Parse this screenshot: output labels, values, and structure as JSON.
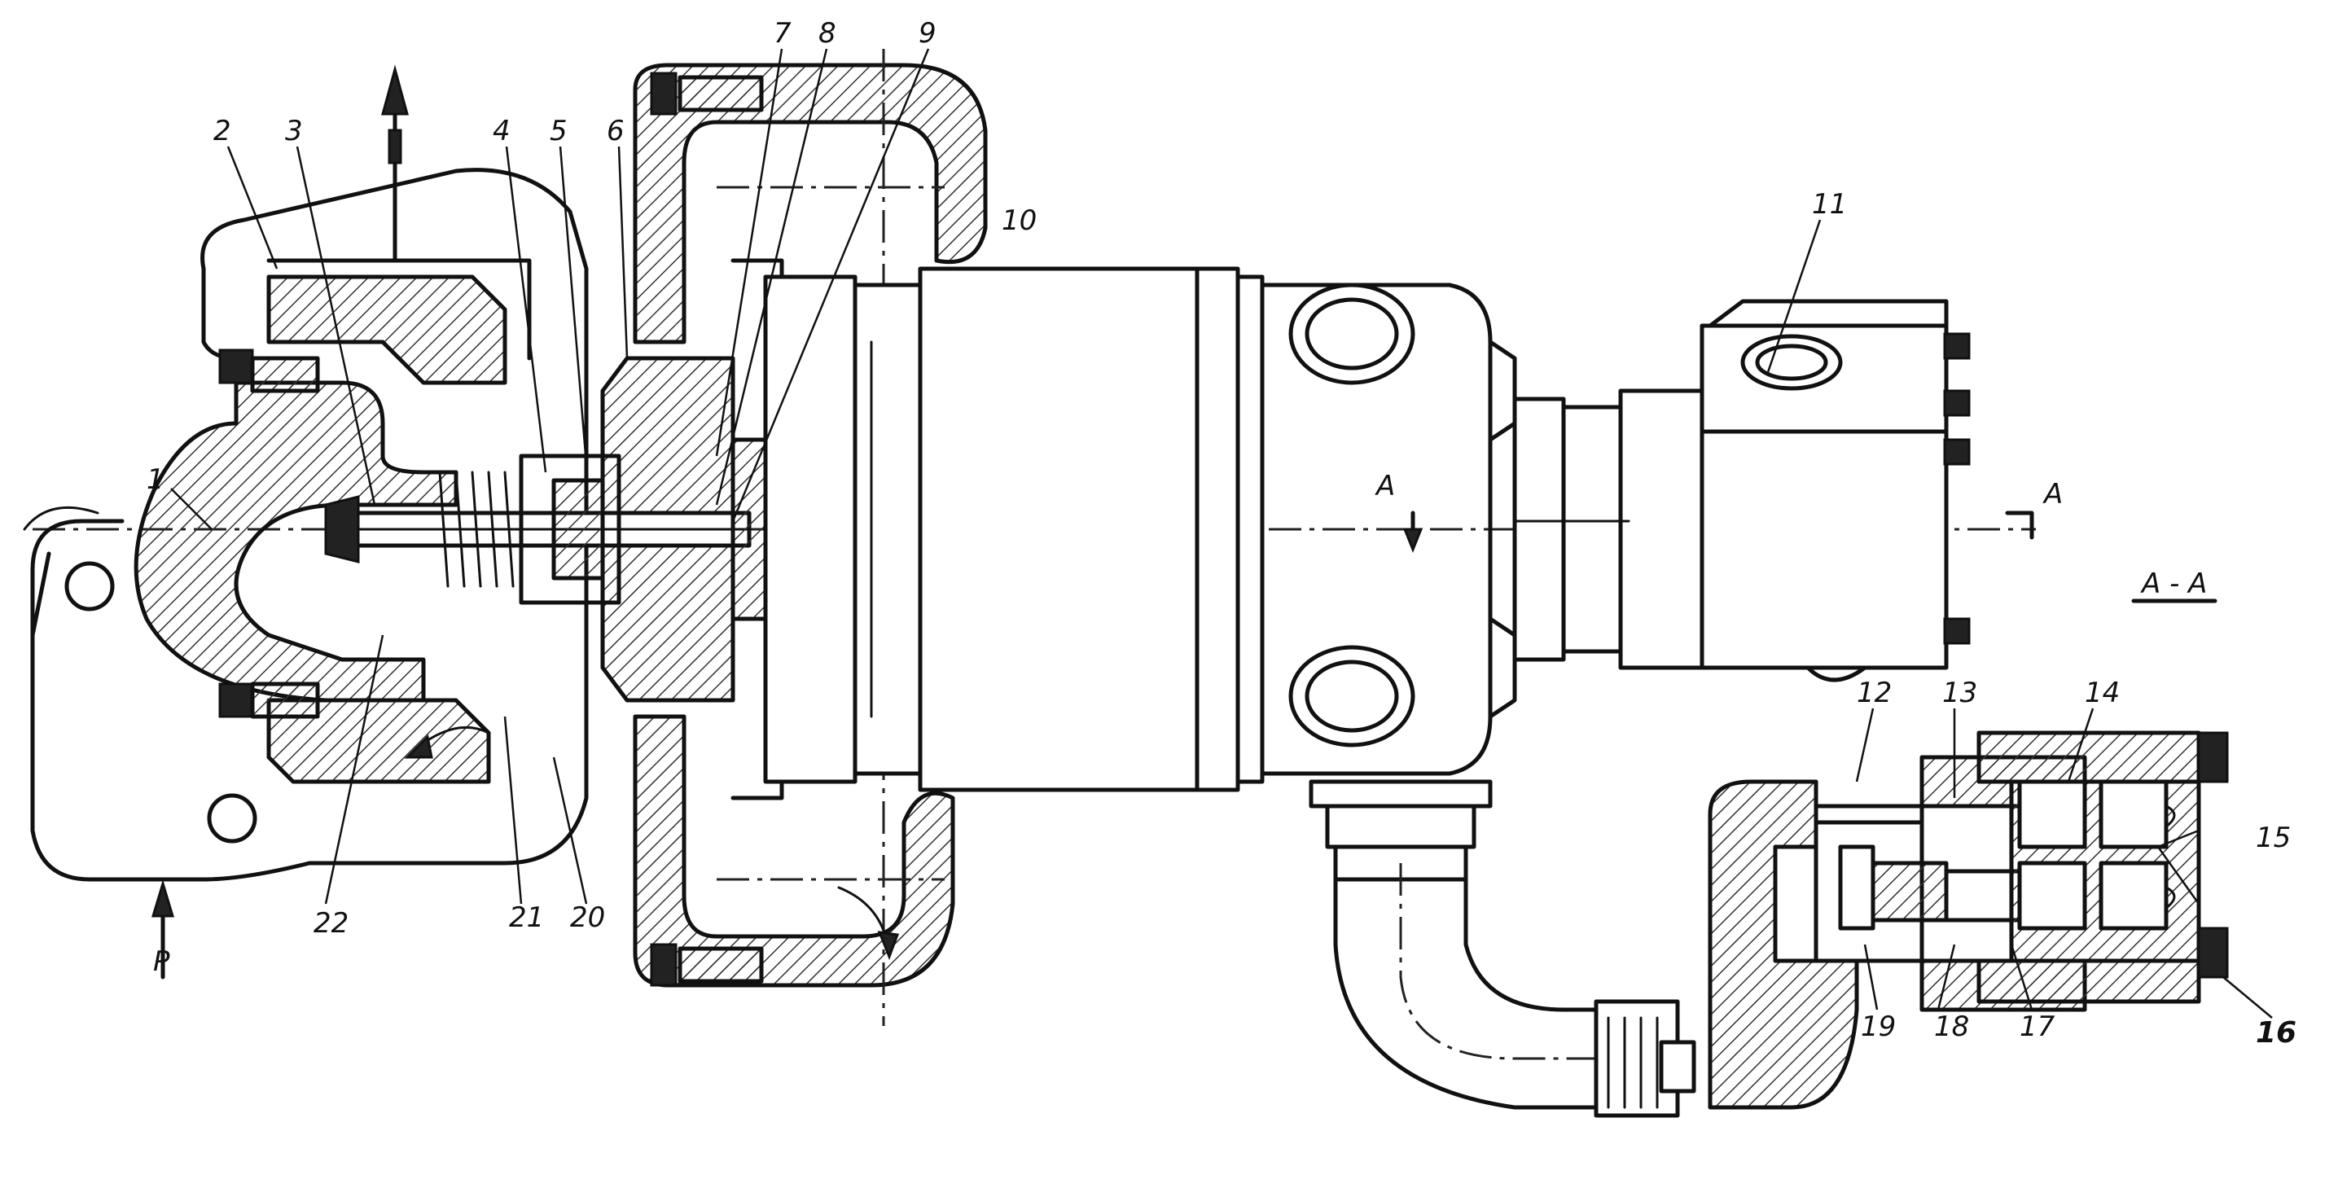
{
  "drawing": {
    "part_labels": [
      "1",
      "2",
      "3",
      "4",
      "5",
      "6",
      "7",
      "8",
      "9",
      "10",
      "11",
      "12",
      "13",
      "14",
      "15",
      "16",
      "17",
      "18",
      "19",
      "20",
      "21",
      "22"
    ],
    "section_marker": "A",
    "section_title": "A - A",
    "flow_label": "P"
  }
}
